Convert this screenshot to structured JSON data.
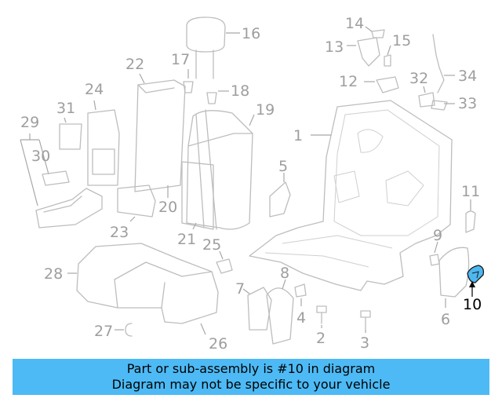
{
  "callouts": {
    "c1": "1",
    "c2": "2",
    "c3": "3",
    "c4": "4",
    "c5": "5",
    "c6": "6",
    "c7": "7",
    "c8": "8",
    "c9": "9",
    "c10": "10",
    "c11": "11",
    "c12": "12",
    "c13": "13",
    "c14": "14",
    "c15": "15",
    "c16": "16",
    "c17": "17",
    "c18": "18",
    "c19": "19",
    "c20": "20",
    "c21": "21",
    "c22": "22",
    "c23": "23",
    "c24": "24",
    "c25": "25",
    "c26": "26",
    "c27": "27",
    "c28": "28",
    "c29": "29",
    "c30": "30",
    "c31": "31",
    "c32": "32",
    "c33": "33",
    "c34": "34"
  },
  "highlight_color": "#4db8f0",
  "banner": {
    "line1": "Part or sub-assembly is #10 in diagram",
    "line2": "Diagram may not be specific to your vehicle",
    "background": "#4dbaf5"
  }
}
